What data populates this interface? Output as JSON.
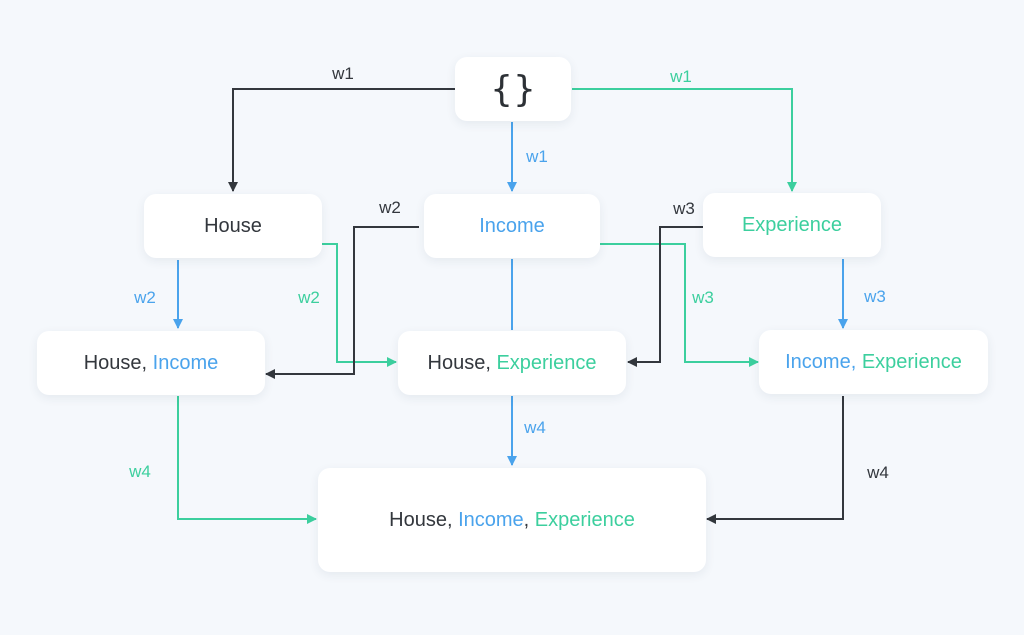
{
  "colors": {
    "dark": "#33373d",
    "blue": "#4aa3ec",
    "green": "#3ccf9e",
    "background": "#f5f8fc"
  },
  "nodes": {
    "empty": {
      "label": "{}"
    },
    "house": {
      "parts": [
        {
          "text": "House",
          "color": "dark"
        }
      ]
    },
    "income": {
      "parts": [
        {
          "text": "Income",
          "color": "blue"
        }
      ]
    },
    "experience": {
      "parts": [
        {
          "text": "Experience",
          "color": "green"
        }
      ]
    },
    "house_income": {
      "parts": [
        {
          "text": "House, ",
          "color": "dark"
        },
        {
          "text": "Income",
          "color": "blue"
        }
      ]
    },
    "house_experience": {
      "parts": [
        {
          "text": "House, ",
          "color": "dark"
        },
        {
          "text": "Experience",
          "color": "green"
        }
      ]
    },
    "income_experience": {
      "parts": [
        {
          "text": "Income, ",
          "color": "blue"
        },
        {
          "text": "Experience",
          "color": "green"
        }
      ]
    },
    "all": {
      "parts": [
        {
          "text": "House, ",
          "color": "dark"
        },
        {
          "text": "Income",
          "color": "blue"
        },
        {
          "text": ", ",
          "color": "dark"
        },
        {
          "text": "Experience",
          "color": "green"
        }
      ]
    }
  },
  "edges": [
    {
      "id": "empty-house",
      "label": "w1",
      "color": "dark"
    },
    {
      "id": "empty-income",
      "label": "w1",
      "color": "blue"
    },
    {
      "id": "empty-experience",
      "label": "w1",
      "color": "green"
    },
    {
      "id": "house-house_income",
      "label": "w2",
      "color": "blue"
    },
    {
      "id": "house-house_experience",
      "label": "w2",
      "color": "green"
    },
    {
      "id": "income-house_income",
      "label": "w2",
      "color": "dark"
    },
    {
      "id": "income-income_experience",
      "label": "w3",
      "color": "green"
    },
    {
      "id": "experience-house_experience",
      "label": "w3",
      "color": "dark"
    },
    {
      "id": "experience-income_experience",
      "label": "w3",
      "color": "blue"
    },
    {
      "id": "house_income-all",
      "label": "w4",
      "color": "green"
    },
    {
      "id": "house_experience-all",
      "label": "w4",
      "color": "blue"
    },
    {
      "id": "income_experience-all",
      "label": "w4",
      "color": "dark"
    }
  ]
}
